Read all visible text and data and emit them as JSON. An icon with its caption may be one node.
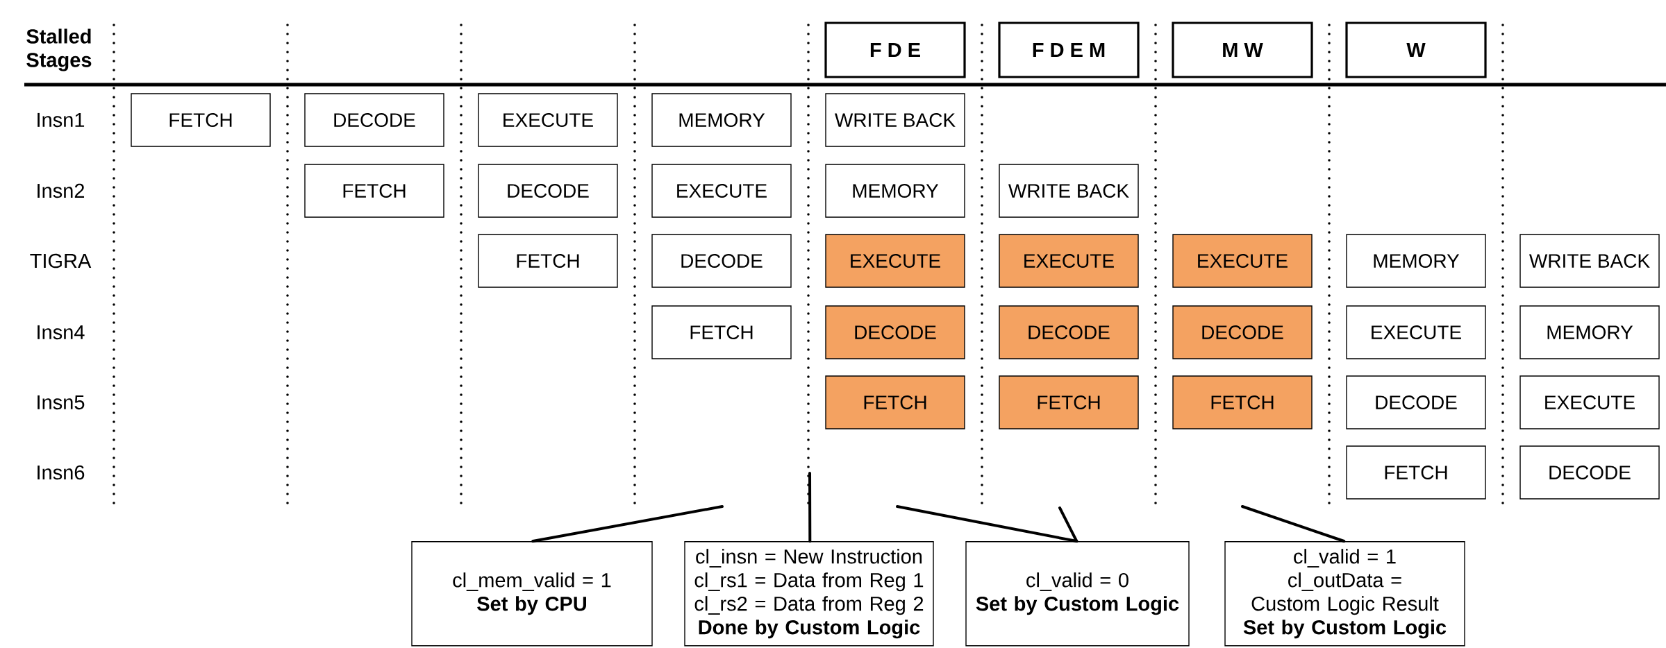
{
  "diagram": {
    "nodes": [
      {
        "text": [
          "F D E"
        ]
      },
      {
        "text": [
          "F D E M"
        ]
      },
      {
        "text": [
          "M W"
        ]
      },
      {
        "text": [
          "W"
        ]
      },
      {
        "text": [
          "FETCH"
        ]
      },
      {
        "text": [
          "DECODE"
        ]
      },
      {
        "text": [
          "EXECUTE"
        ]
      },
      {
        "text": [
          "MEMORY"
        ]
      },
      {
        "text": [
          "WRITE BACK"
        ]
      },
      {
        "text": [
          "FETCH"
        ]
      },
      {
        "text": [
          "DECODE"
        ]
      },
      {
        "text": [
          "EXECUTE"
        ]
      },
      {
        "text": [
          "MEMORY"
        ]
      },
      {
        "text": [
          "WRITE BACK"
        ]
      },
      {
        "text": [
          "FETCH"
        ]
      },
      {
        "text": [
          "DECODE"
        ]
      },
      {
        "text": [
          "EXECUTE"
        ]
      },
      {
        "text": [
          "EXECUTE"
        ]
      },
      {
        "text": [
          "EXECUTE"
        ]
      },
      {
        "text": [
          "MEMORY"
        ]
      },
      {
        "text": [
          "WRITE BACK"
        ]
      },
      {
        "text": [
          "FETCH"
        ]
      },
      {
        "text": [
          "DECODE"
        ]
      },
      {
        "text": [
          "DECODE"
        ]
      },
      {
        "text": [
          "DECODE"
        ]
      },
      {
        "text": [
          "EXECUTE"
        ]
      },
      {
        "text": [
          "MEMORY"
        ]
      },
      {
        "text": [
          "FETCH"
        ]
      },
      {
        "text": [
          "FETCH"
        ]
      },
      {
        "text": [
          "FETCH"
        ]
      },
      {
        "text": [
          "DECODE"
        ]
      },
      {
        "text": [
          "EXECUTE"
        ]
      },
      {
        "text": [
          "FETCH"
        ]
      },
      {
        "text": [
          "DECODE"
        ]
      },
      {
        "text": [
          "cl_mem_valid = 1",
          "Set by CPU"
        ]
      },
      {
        "text": [
          "cl_insn = New Instruction",
          "cl_rs1 = Data from Reg 1",
          "cl_rs2 = Data from Reg 2",
          "Done by Custom Logic"
        ]
      },
      {
        "text": [
          "cl_valid = 0",
          "Set by Custom Logic"
        ]
      },
      {
        "text": [
          "cl_valid = 1",
          "cl_outData = Custom Logic Result",
          "Set by Custom Logic"
        ]
      }
    ],
    "edges": [
      {
        "from": 34,
        "to": null,
        "arrow": "none"
      },
      {
        "from": 35,
        "to": null,
        "arrow": "none"
      },
      {
        "from": 36,
        "to": null,
        "arrow": "none"
      },
      {
        "from": 36,
        "to": null,
        "arrow": "none"
      },
      {
        "from": 37,
        "to": null,
        "arrow": "none"
      }
    ],
    "labels": [
      "Stalled Stages",
      "Insn1",
      "Insn2",
      "TIGRA",
      "Insn4",
      "Insn5",
      "Insn6"
    ]
  }
}
